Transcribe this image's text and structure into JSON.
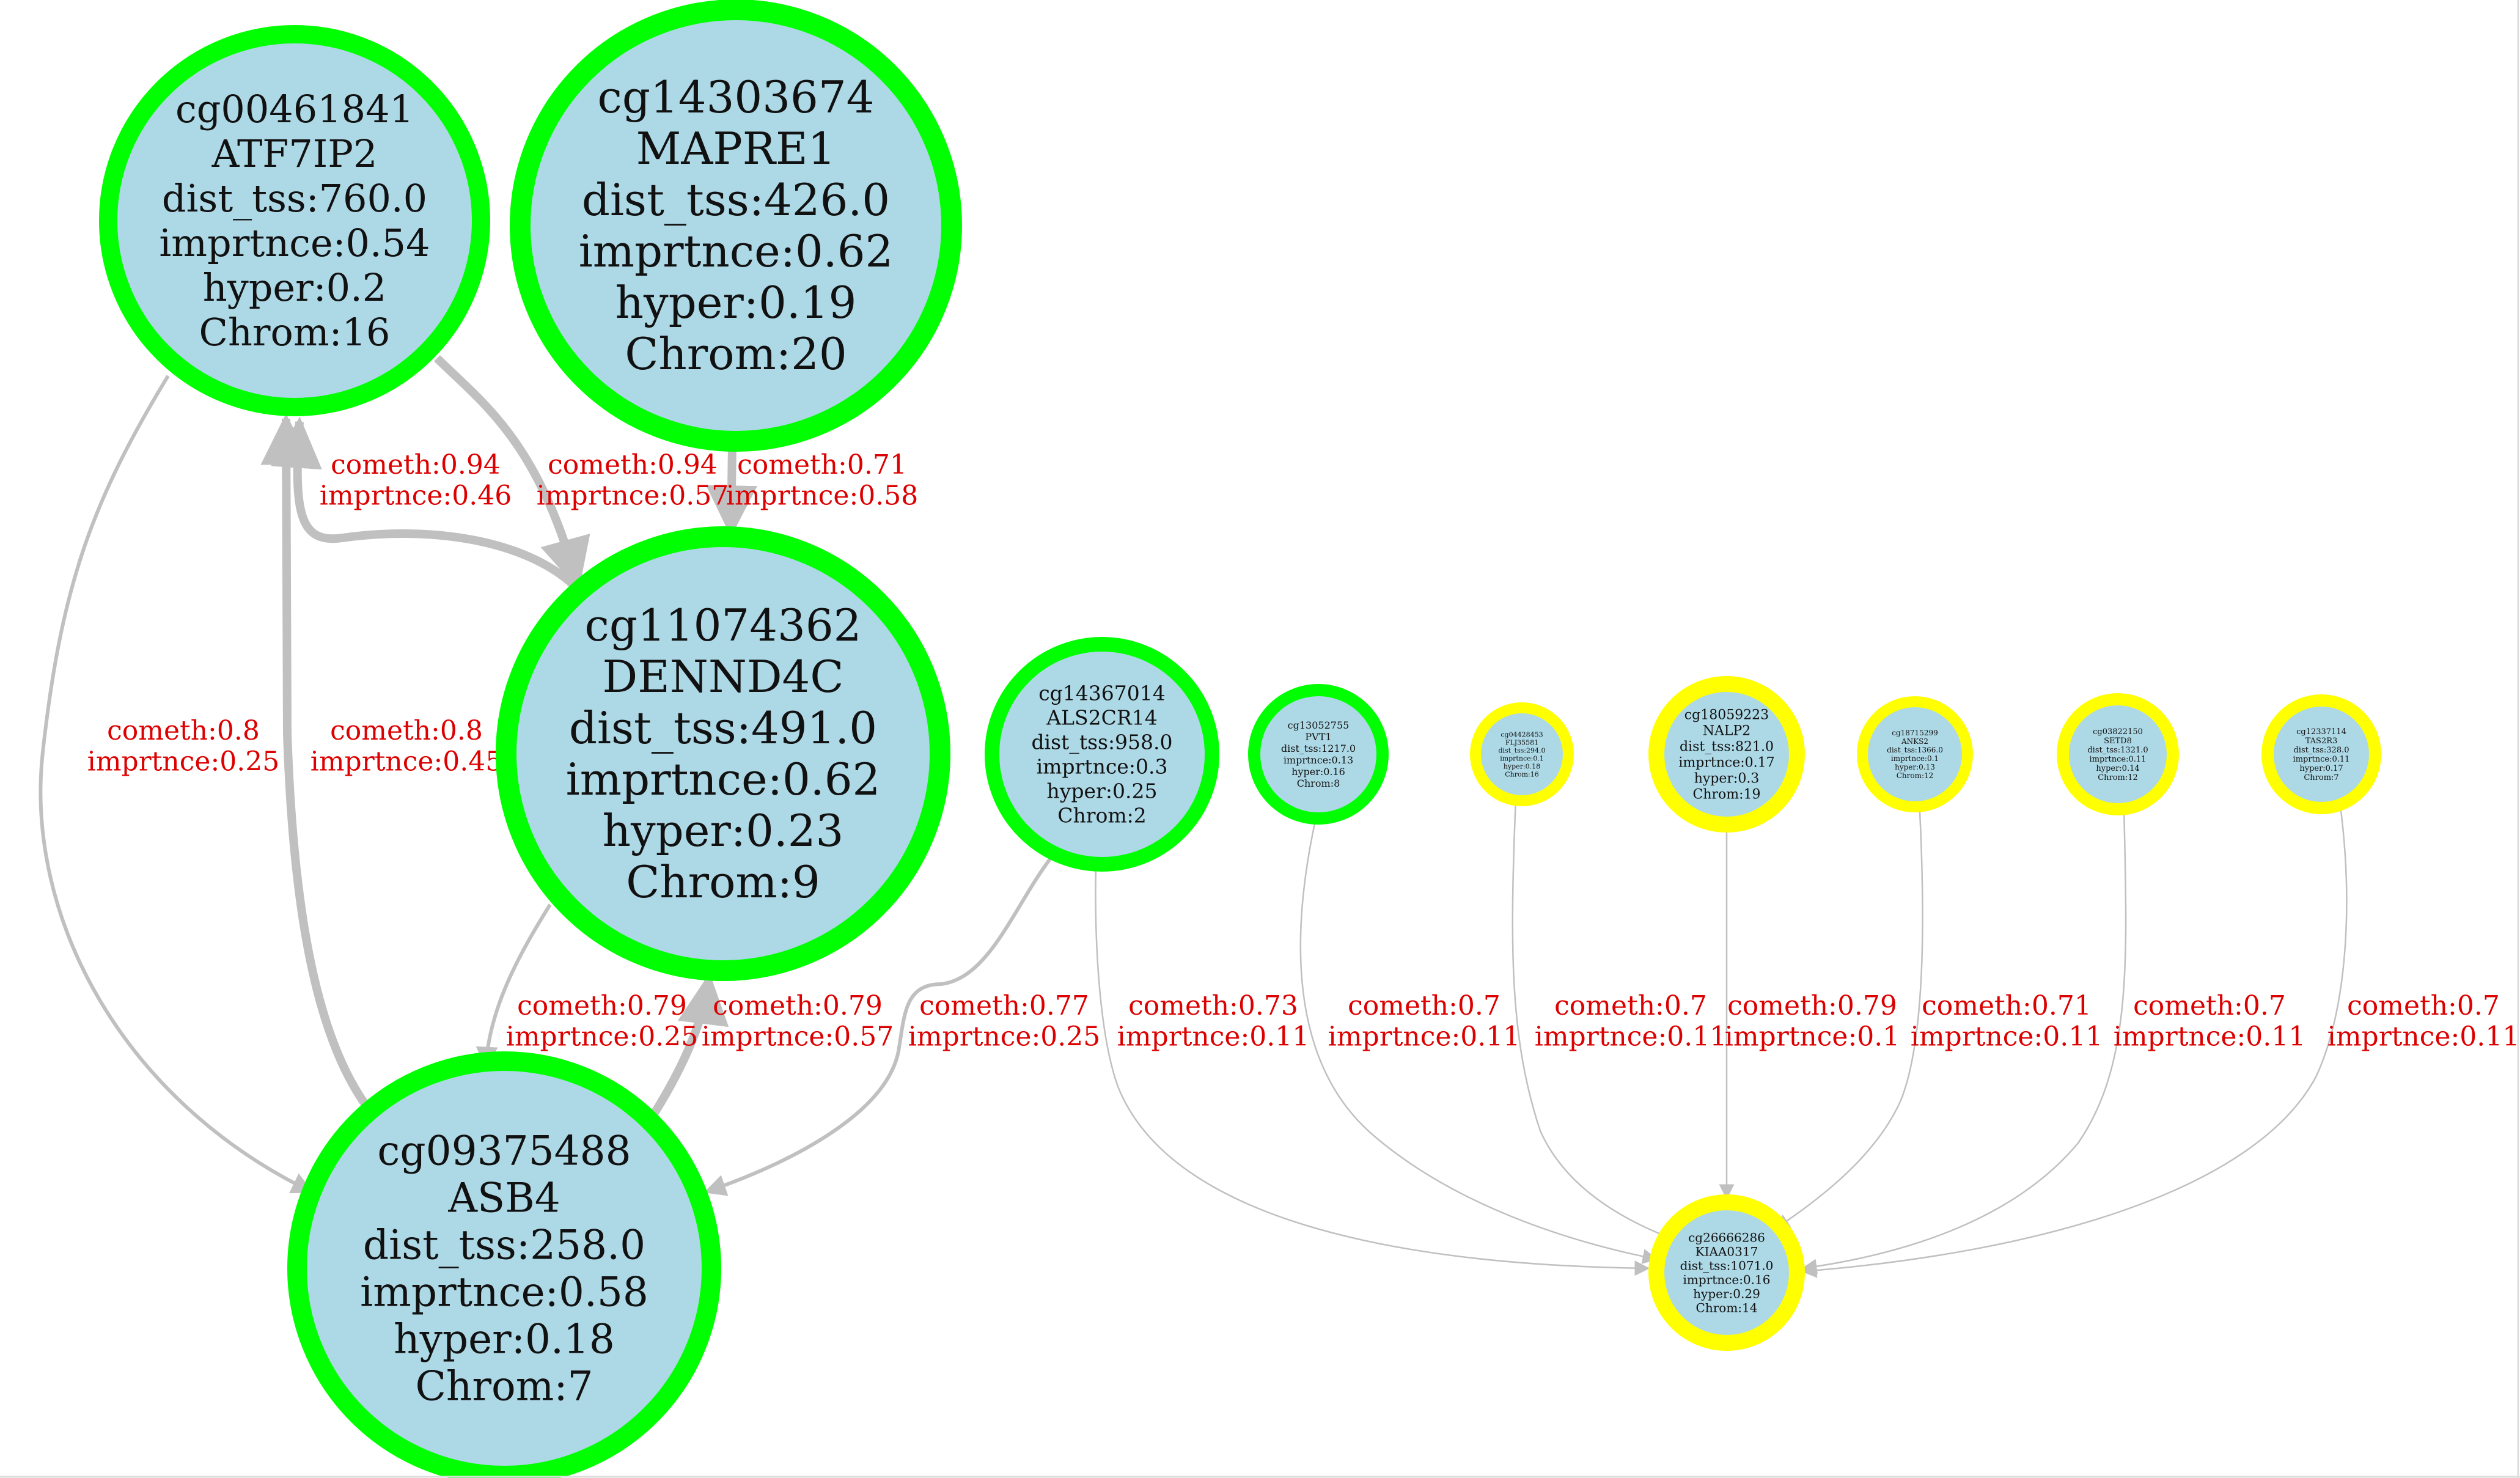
{
  "colors": {
    "node_fill": "#add8e6",
    "ring_green": "#00ff00",
    "ring_yellow": "#ffff00",
    "edge": "#c0c0c0",
    "edge_label": "#dd0000",
    "text": "#111111"
  },
  "nodes": [
    {
      "id": "n1",
      "lines": [
        "cg00461841",
        "ATF7IP2",
        "dist_tss:760.0",
        "imprtnce:0.54",
        "hyper:0.2",
        "Chrom:16"
      ],
      "ring": "green"
    },
    {
      "id": "n2",
      "lines": [
        "cg14303674",
        "MAPRE1",
        "dist_tss:426.0",
        "imprtnce:0.62",
        "hyper:0.19",
        "Chrom:20"
      ],
      "ring": "green"
    },
    {
      "id": "n3",
      "lines": [
        "cg11074362",
        "DENND4C",
        "dist_tss:491.0",
        "imprtnce:0.62",
        "hyper:0.23",
        "Chrom:9"
      ],
      "ring": "green"
    },
    {
      "id": "n4",
      "lines": [
        "cg09375488",
        "ASB4",
        "dist_tss:258.0",
        "imprtnce:0.58",
        "hyper:0.18",
        "Chrom:7"
      ],
      "ring": "green"
    },
    {
      "id": "n5",
      "lines": [
        "cg14367014",
        "ALS2CR14",
        "dist_tss:958.0",
        "imprtnce:0.3",
        "hyper:0.25",
        "Chrom:2"
      ],
      "ring": "green"
    },
    {
      "id": "n6",
      "lines": [
        "cg13052755",
        "PVT1",
        "dist_tss:1217.0",
        "imprtnce:0.13",
        "hyper:0.16",
        "Chrom:8"
      ],
      "ring": "green"
    },
    {
      "id": "n7",
      "lines": [
        "cg04428453",
        "FLJ35581",
        "dist_tss:294.0",
        "imprtnce:0.1",
        "hyper:0.18",
        "Chrom:16"
      ],
      "ring": "yellow"
    },
    {
      "id": "n8",
      "lines": [
        "cg18059223",
        "NALP2",
        "dist_tss:821.0",
        "imprtnce:0.17",
        "hyper:0.3",
        "Chrom:19"
      ],
      "ring": "yellow"
    },
    {
      "id": "n9",
      "lines": [
        "cg18715299",
        "ANKS2",
        "dist_tss:1366.0",
        "imprtnce:0.1",
        "hyper:0.13",
        "Chrom:12"
      ],
      "ring": "yellow"
    },
    {
      "id": "n10",
      "lines": [
        "cg03822150",
        "SETD8",
        "dist_tss:1321.0",
        "imprtnce:0.11",
        "hyper:0.14",
        "Chrom:12"
      ],
      "ring": "yellow"
    },
    {
      "id": "n11",
      "lines": [
        "cg12337114",
        "TAS2R3",
        "dist_tss:328.0",
        "imprtnce:0.11",
        "hyper:0.17",
        "Chrom:7"
      ],
      "ring": "yellow"
    },
    {
      "id": "n12",
      "lines": [
        "cg26666286",
        "KIAA0317",
        "dist_tss:1071.0",
        "imprtnce:0.16",
        "hyper:0.29",
        "Chrom:14"
      ],
      "ring": "yellow"
    }
  ],
  "edges": [
    {
      "id": "e1",
      "from": "n1",
      "to": "n3",
      "label": [
        "cometh:0.94",
        "imprtnce:0.57"
      ],
      "width": "thick"
    },
    {
      "id": "e2",
      "from": "n3",
      "to": "n1",
      "label": [
        "cometh:0.94",
        "imprtnce:0.46"
      ],
      "width": "thick"
    },
    {
      "id": "e3",
      "from": "n2",
      "to": "n3",
      "label": [
        "cometh:0.71",
        "imprtnce:0.58"
      ],
      "width": "thick"
    },
    {
      "id": "e4",
      "from": "n1",
      "to": "n4",
      "label": [
        "cometh:0.8",
        "imprtnce:0.25"
      ],
      "width": "medium"
    },
    {
      "id": "e5",
      "from": "n4",
      "to": "n1",
      "label": [
        "cometh:0.8",
        "imprtnce:0.45"
      ],
      "width": "thick"
    },
    {
      "id": "e6",
      "from": "n3",
      "to": "n4",
      "label": [
        "cometh:0.79",
        "imprtnce:0.25"
      ],
      "width": "medium"
    },
    {
      "id": "e7",
      "from": "n4",
      "to": "n3",
      "label": [
        "cometh:0.79",
        "imprtnce:0.57"
      ],
      "width": "thick"
    },
    {
      "id": "e8",
      "from": "n5",
      "to": "n4",
      "label": [
        "cometh:0.77",
        "imprtnce:0.25"
      ],
      "width": "medium"
    },
    {
      "id": "e9",
      "from": "n5",
      "to": "n12",
      "label": [
        "cometh:0.73",
        "imprtnce:0.11"
      ],
      "width": "thin"
    },
    {
      "id": "e10",
      "from": "n6",
      "to": "n12",
      "label": [
        "cometh:0.7",
        "imprtnce:0.11"
      ],
      "width": "thin"
    },
    {
      "id": "e11",
      "from": "n7",
      "to": "n12",
      "label": [
        "cometh:0.7",
        "imprtnce:0.11"
      ],
      "width": "thin"
    },
    {
      "id": "e12",
      "from": "n8",
      "to": "n12",
      "label": [
        "cometh:0.79",
        "imprtnce:0.1"
      ],
      "width": "thin"
    },
    {
      "id": "e13",
      "from": "n9",
      "to": "n12",
      "label": [
        "cometh:0.71",
        "imprtnce:0.11"
      ],
      "width": "thin"
    },
    {
      "id": "e14",
      "from": "n10",
      "to": "n12",
      "label": [
        "cometh:0.7",
        "imprtnce:0.11"
      ],
      "width": "thin"
    },
    {
      "id": "e15",
      "from": "n11",
      "to": "n12",
      "label": [
        "cometh:0.7",
        "imprtnce:0.11"
      ],
      "width": "thin"
    }
  ]
}
